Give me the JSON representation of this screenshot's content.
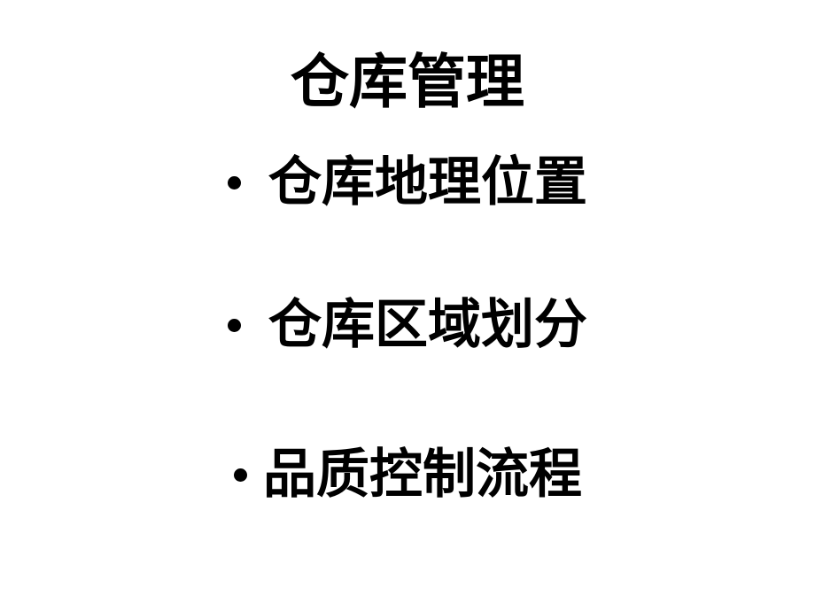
{
  "slide": {
    "title": "仓库管理",
    "bullets": [
      {
        "label": "仓库地理位置",
        "icon": "bullet-dot"
      },
      {
        "label": "仓库区域划分",
        "icon": "bullet-dot"
      },
      {
        "label": "品质控制流程",
        "icon": "bullet-dot"
      }
    ],
    "colors": {
      "background": "#ffffff",
      "text": "#000000"
    }
  }
}
